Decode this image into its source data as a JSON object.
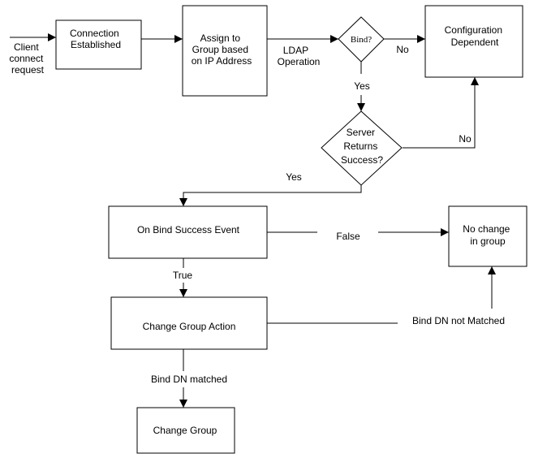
{
  "nodes": {
    "client": [
      "Client",
      "connect",
      "request"
    ],
    "connection": [
      "Connection",
      "Established"
    ],
    "assign": [
      "Assign to",
      "Group based",
      "on IP Address"
    ],
    "bind_decision": [
      "Bind?"
    ],
    "config_dependent": [
      "Configuration",
      "Dependent"
    ],
    "server_returns": [
      "Server",
      "Returns",
      "Success?"
    ],
    "bind_success_event": [
      "On Bind Success Event"
    ],
    "no_change": [
      "No change",
      "in group"
    ],
    "change_group_action": [
      "Change Group Action"
    ],
    "change_group": [
      "Change Group"
    ]
  },
  "edges": {
    "ldap": [
      "LDAP",
      "Operation"
    ],
    "bind_no": "No",
    "bind_yes": "Yes",
    "server_no": "No",
    "server_yes": "Yes",
    "false": "False",
    "true": "True",
    "dn_not_matched": "Bind DN not Matched",
    "dn_matched": "Bind DN matched"
  }
}
